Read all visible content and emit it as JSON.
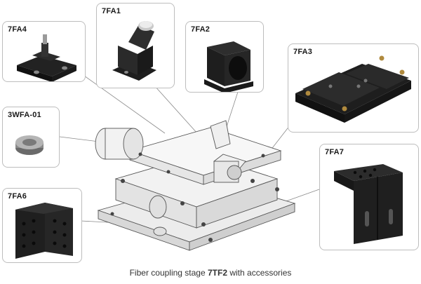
{
  "accessories": [
    {
      "id": "7FA4",
      "label": "7FA4"
    },
    {
      "id": "7FA1",
      "label": "7FA1"
    },
    {
      "id": "7FA2",
      "label": "7FA2"
    },
    {
      "id": "7FA3",
      "label": "7FA3"
    },
    {
      "id": "3WFA-01",
      "label": "3WFA-01"
    },
    {
      "id": "7FA6",
      "label": "7FA6"
    },
    {
      "id": "7FA7",
      "label": "7FA7"
    }
  ],
  "caption": {
    "prefix": "Fiber coupling stage ",
    "model": "7TF2",
    "suffix": " with accessories"
  },
  "colors": {
    "part_dark": "#1c1c1c",
    "part_mid": "#3a3a3a",
    "brass": "#b08a3e",
    "stage_line": "#555555"
  }
}
